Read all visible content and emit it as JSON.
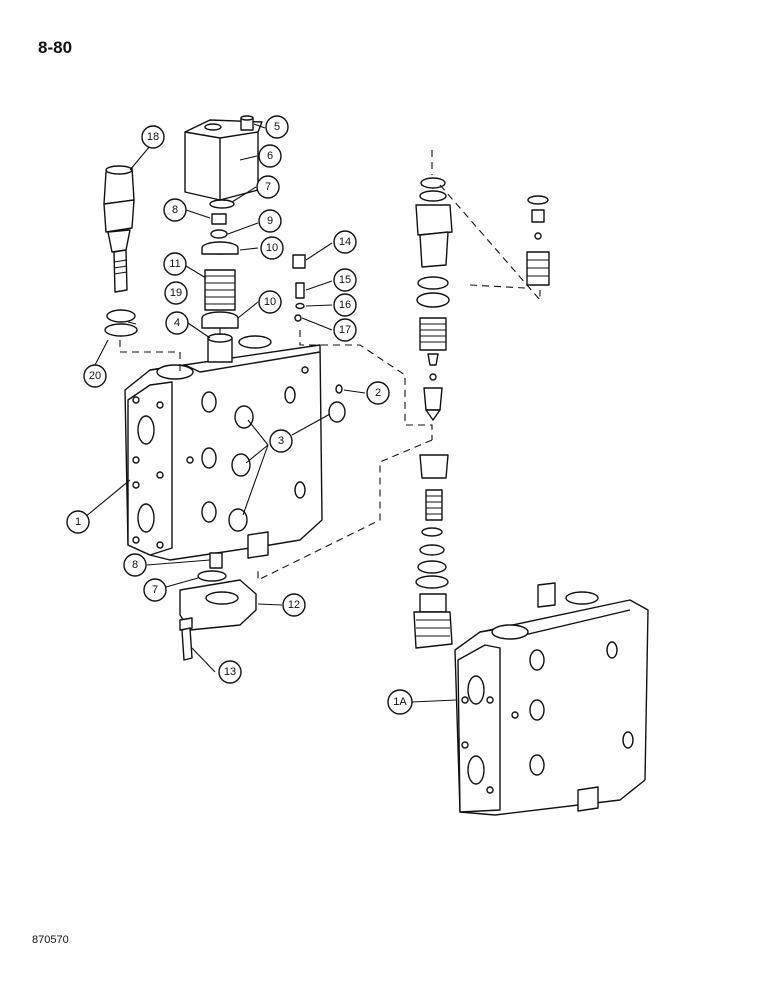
{
  "header": {
    "page_number": "8-80"
  },
  "footer": {
    "figure_number": "870570"
  },
  "callouts": [
    "1",
    "1A",
    "2",
    "3",
    "4",
    "5",
    "6",
    "7",
    "8",
    "9",
    "10",
    "11",
    "12",
    "13",
    "14",
    "15",
    "16",
    "17",
    "18",
    "19",
    "20"
  ]
}
